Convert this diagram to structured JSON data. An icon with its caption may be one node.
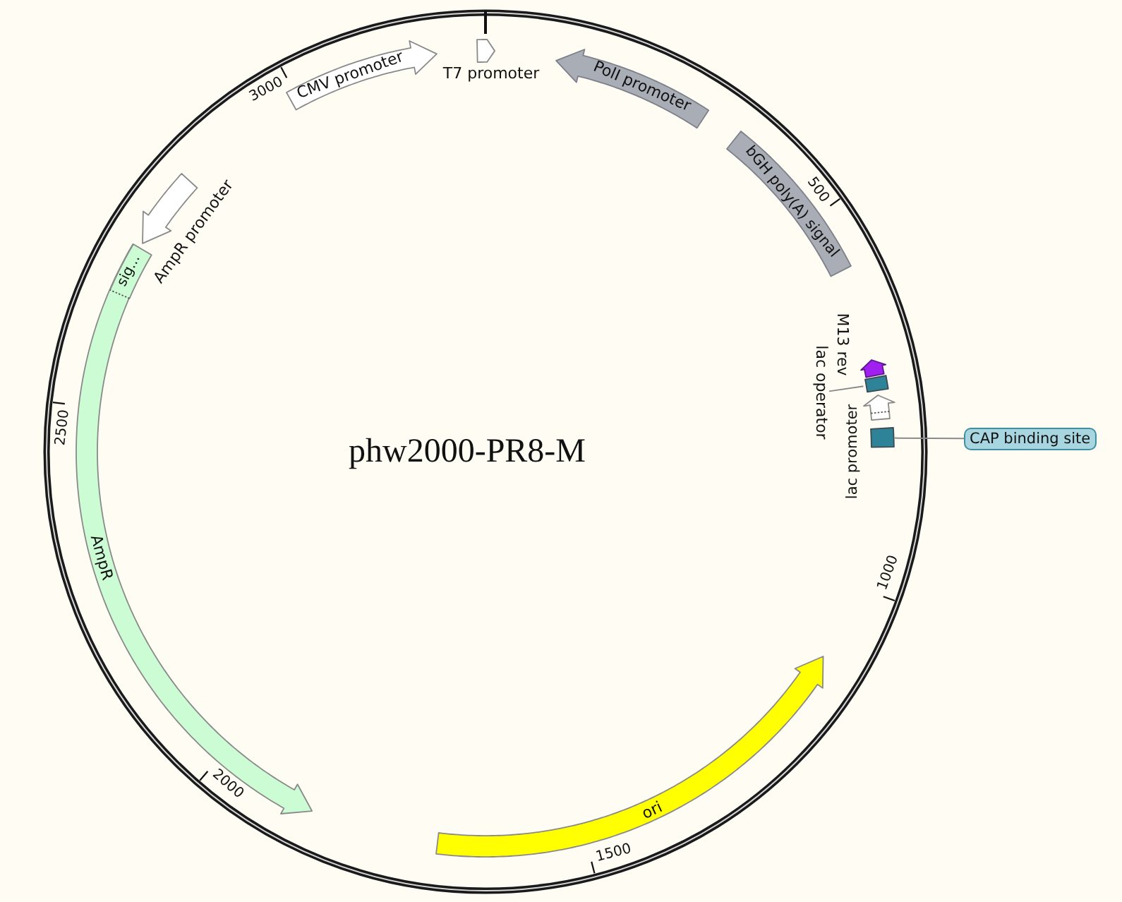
{
  "diagram": {
    "title": "phw2000-PR8-M",
    "nodes": [
      {
        "text": [
          "CMV promoter"
        ]
      },
      {
        "text": [],
        "shape": "arrow",
        "beside": [
          "T7 promoter"
        ]
      },
      {
        "text": [
          "PolI promoter"
        ]
      },
      {
        "text": [
          "bGH poly(A) signal"
        ]
      },
      {
        "text": [],
        "shape": "arrow",
        "beside": [
          "AmpR promoter"
        ]
      },
      {
        "text": [
          "AmpR"
        ]
      },
      {
        "text": [
          "sig..."
        ],
        "in": 5
      },
      {
        "text": [],
        "shape": "arrow",
        "beside": [
          "M13 rev"
        ]
      },
      {
        "text": [
          "lac operator"
        ]
      },
      {
        "text": [],
        "shape": "box"
      },
      {
        "text": [],
        "shape": "arrow",
        "beside": [
          "lac promoter"
        ]
      },
      {
        "text": [],
        "shape": "box"
      },
      {
        "text": [
          "CAP binding site"
        ]
      },
      {
        "text": [
          "ori"
        ]
      }
    ],
    "edges": [
      {
        "from": 8,
        "to": 9,
        "arrow": "none"
      },
      {
        "from": 12,
        "to": 11,
        "arrow": "none"
      }
    ],
    "labels": [
      "3000",
      "500",
      "2500",
      "1000",
      "2000",
      "1500"
    ]
  }
}
